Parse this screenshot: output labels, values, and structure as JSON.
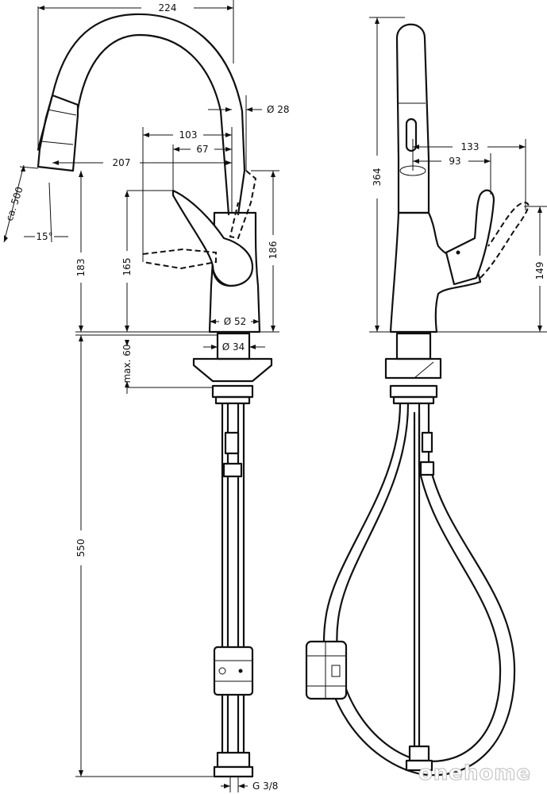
{
  "dimensions": {
    "width_total": "224",
    "diameter_spout": "Ø 28",
    "reach_handle": "103",
    "reach_handle_inner": "67",
    "reach_spout": "207",
    "hose_length": "ca. 500",
    "angle": "15°",
    "height_spout": "183",
    "height_handle": "165",
    "height_handle_tip": "186",
    "diameter_base": "Ø 52",
    "diameter_shank": "Ø 34",
    "max_deck": "max. 60",
    "hose_supply": "550",
    "thread": "G 3/8",
    "height_total": "364",
    "side_reach_outer": "133",
    "side_reach_inner": "93",
    "side_height_handle": "149"
  },
  "watermark": "onehome"
}
